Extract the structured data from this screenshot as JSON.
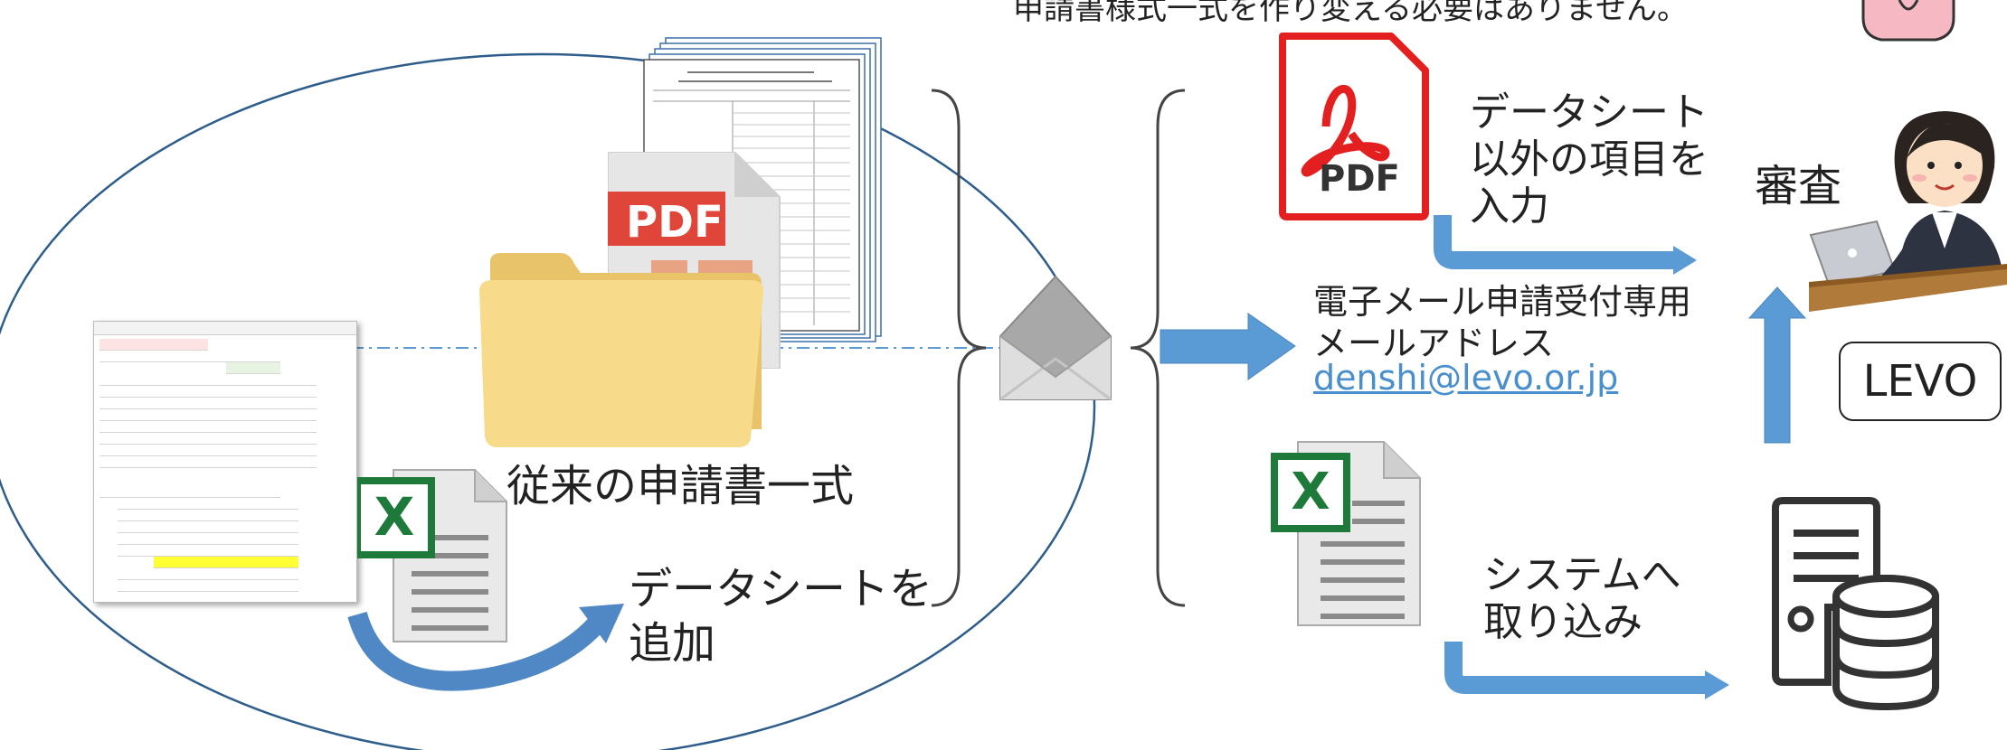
{
  "top_note": "申請書様式一式を作り変える必要はありません。",
  "left_group": {
    "folder_label": "従来の申請書一式",
    "add_datasheet_label_line1": "データシートを",
    "add_datasheet_label_line2": "追加",
    "pdf_icon_text": "PDF"
  },
  "right_group": {
    "pdf_icon_text": "PDF",
    "pdf_caption_line1": "データシート",
    "pdf_caption_line2": "以外の項目を",
    "pdf_caption_line3": "入力",
    "email_line1": "電子メール申請受付専用",
    "email_line2": "メールアドレス",
    "email_address": "denshi@levo.or.jp",
    "excel_caption_line1": "システムへ",
    "excel_caption_line2": "取り込み",
    "review_label": "審査",
    "org_label": "LEVO"
  },
  "colors": {
    "arrow_blue": "#5b9bd5",
    "ellipse_stroke": "#2e5d8c",
    "pdf_red": "#e03a2e",
    "excel_green": "#1d7a3a",
    "folder_yellow": "#f6d77e",
    "dashed_line": "#5b9bd5"
  },
  "icons": [
    "pdf-icon",
    "excel-icon",
    "envelope-icon",
    "folder-icon",
    "server-database-icon",
    "reviewer-person-icon"
  ]
}
